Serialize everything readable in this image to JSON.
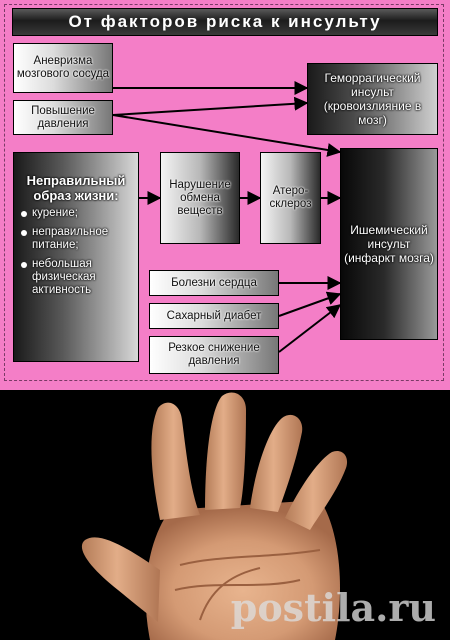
{
  "title": "От факторов риска к инсульту",
  "boxes": {
    "aneurysm": "Аневризма мозгового сосуда",
    "pressure_rise": "Повышение давления",
    "hemorrhagic": "Геморрагический инсульт (кровоизлияние в мозг)",
    "lifestyle_head": "Неправильный образ жизни:",
    "lifestyle_items": [
      "курение;",
      "неправильное питание;",
      "небольшая физическая активность"
    ],
    "metabolism": "Нарушение обмена веществ",
    "atherosclerosis": "Атеро-склероз",
    "ischemic": "Ишемический инсульт (инфаркт мозга)",
    "heart_disease": "Болезни сердца",
    "diabetes": "Сахарный диабет",
    "pressure_drop": "Резкое снижение давления"
  },
  "colors": {
    "background": "#f47ec7",
    "photo_background": "#000000"
  },
  "watermark": "postila.ru"
}
